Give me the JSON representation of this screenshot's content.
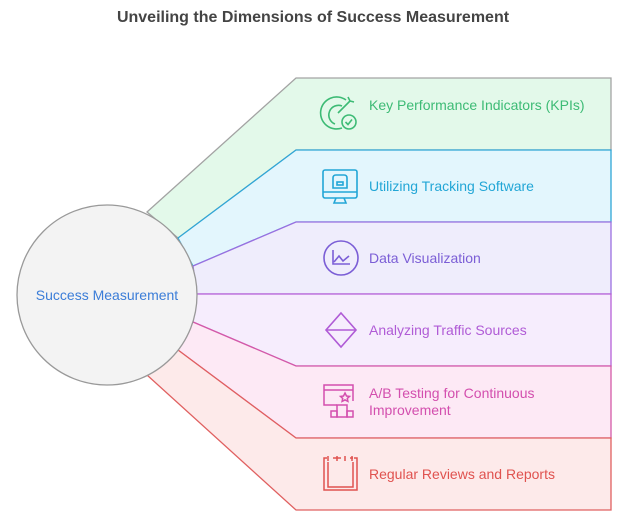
{
  "title": "Unveiling the Dimensions of Success Measurement",
  "center": {
    "label": "Success Measurement"
  },
  "items": [
    {
      "label": "Key Performance Indicators (KPIs)",
      "icon": "target-check-icon",
      "color": "#3dbb75",
      "fill": "#e3f9ea",
      "stroke": "#a3a3a3"
    },
    {
      "label": "Utilizing Tracking Software",
      "icon": "monitor-icon",
      "color": "#22a6d6",
      "fill": "#e3f6fd",
      "stroke": "#2fa6d6"
    },
    {
      "label": "Data Visualization",
      "icon": "line-chart-icon",
      "color": "#7b5ed6",
      "fill": "#efedfc",
      "stroke": "#9a6fe0"
    },
    {
      "label": "Analyzing Traffic Sources",
      "icon": "diamond-icon",
      "color": "#b05bd6",
      "fill": "#f6edfd",
      "stroke": "#b661d8"
    },
    {
      "label": "A/B Testing for Continuous Improvement",
      "icon": "podium-browser-icon",
      "color": "#d34fae",
      "fill": "#fde9f5",
      "stroke": "#d45aa8"
    },
    {
      "label": "Regular Reviews and Reports",
      "icon": "calendar-icon",
      "color": "#e0524f",
      "fill": "#fdeaea",
      "stroke": "#e06060"
    }
  ]
}
